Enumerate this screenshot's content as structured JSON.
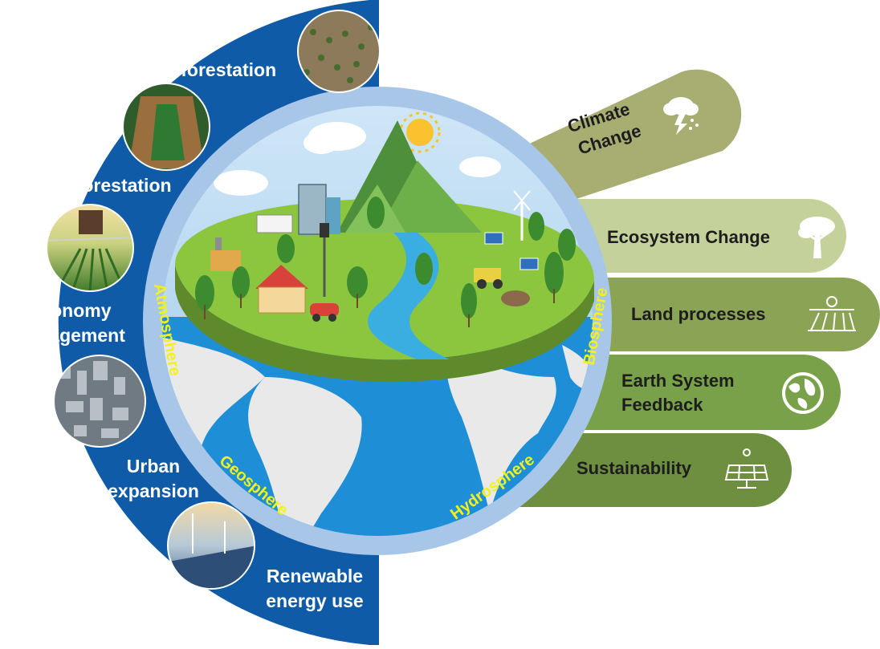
{
  "activities": [
    {
      "id": "deforestation",
      "label": "Deforestation"
    },
    {
      "id": "afforestation",
      "label": "Afforestation"
    },
    {
      "id": "agronomy",
      "label": "Agronomy management"
    },
    {
      "id": "urban",
      "label": "Urban expansion"
    },
    {
      "id": "renewable",
      "label": "Renewable energy use"
    }
  ],
  "spheres": {
    "atmosphere": "Atmosphere",
    "biosphere": "Biosphere",
    "geosphere": "Geosphere",
    "hydrosphere": "Hydrosphere"
  },
  "impacts": [
    {
      "id": "climate",
      "line1": "Climate",
      "line2": "Change",
      "color": "#a8ad72",
      "icon": "storm-cloud-icon"
    },
    {
      "id": "ecosystem",
      "line1": "Ecosystem Change",
      "line2": "",
      "color": "#c5d19a",
      "icon": "tree-icon"
    },
    {
      "id": "land",
      "line1": "Land processes",
      "line2": "",
      "color": "#8aa355",
      "icon": "field-sun-icon"
    },
    {
      "id": "feedback",
      "line1": "Earth System",
      "line2": "Feedback",
      "color": "#79a14a",
      "icon": "globe-icon"
    },
    {
      "id": "sustainability",
      "line1": "Sustainability",
      "line2": "",
      "color": "#6d8f3f",
      "icon": "solar-panel-icon"
    }
  ],
  "colors": {
    "panel_blue": "#0f5ba7",
    "sphere_ring": "#a8c6e8",
    "ocean": "#1e8fd6",
    "land_mass": "#e9e9e9",
    "sphere_text": "#f4f11a",
    "island_grass": "#8cc63f",
    "river": "#3aaee0"
  }
}
